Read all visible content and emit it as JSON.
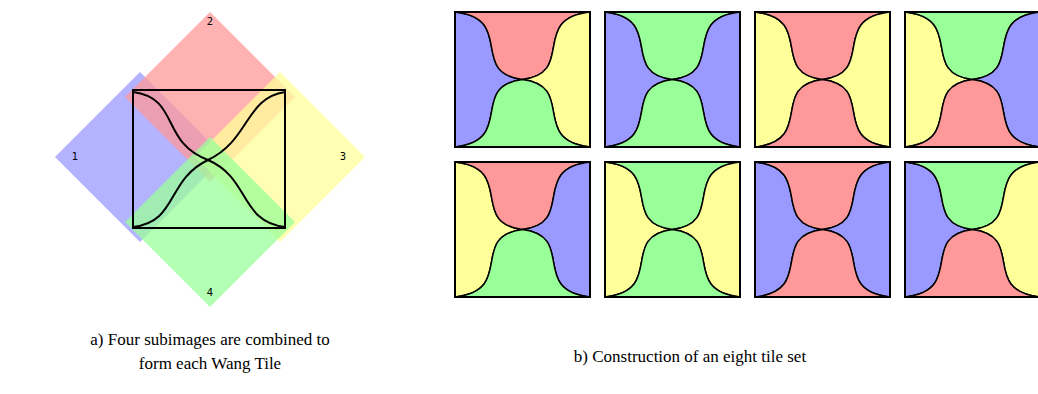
{
  "diagram": {
    "labels": [
      "1",
      "2",
      "3",
      "4",
      "a) Four subimages are combined to form each Wang Tile",
      "b) Construction of an eight tile set"
    ]
  }
}
